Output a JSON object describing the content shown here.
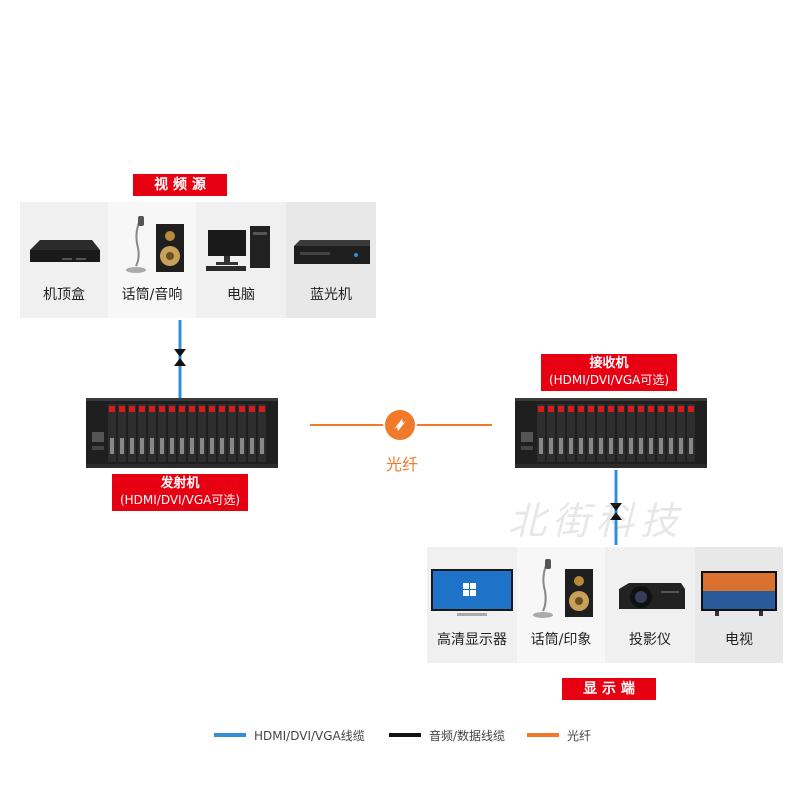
{
  "source_title": "视 频 源",
  "sources": [
    "机顶盒",
    "话筒/音响",
    "电脑",
    "蓝光机"
  ],
  "transmitter": {
    "line1": "发射机",
    "line2": "(HDMI/DVI/VGA可选)"
  },
  "receiver": {
    "line1": "接收机",
    "line2": "(HDMI/DVI/VGA可选)"
  },
  "fiber_label": "光纤",
  "watermark": "北街科技",
  "displays": [
    "高清显示器",
    "话筒/印象",
    "投影仪",
    "电视"
  ],
  "display_title": "显 示 端",
  "legend": [
    {
      "label": "HDMI/DVI/VGA线缆",
      "color": "#2f8fd8"
    },
    {
      "label": "音频/数据线缆",
      "color": "#111111"
    },
    {
      "label": "光纤",
      "color": "#f07a2a"
    }
  ],
  "colors": {
    "accent_red": "#e60012",
    "hdmi_blue": "#2f8fd8",
    "fiber_orange": "#f07a2a"
  }
}
